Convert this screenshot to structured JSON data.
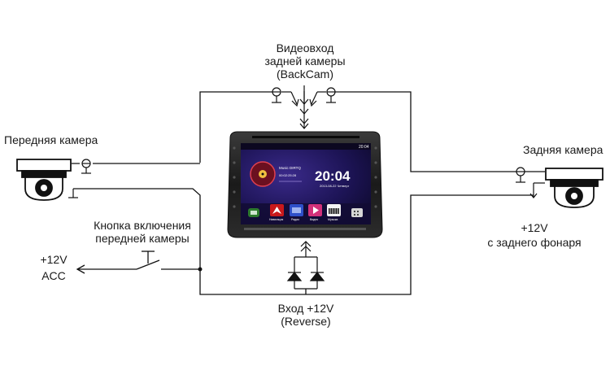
{
  "labels": {
    "backcam_line1": "Видеовход",
    "backcam_line2": "задней камеры",
    "backcam_line3": "(BackCam)",
    "front_camera": "Передняя камера",
    "rear_camera": "Задняя камера",
    "button_line1": "Кнопка включения",
    "button_line2": "передней камеры",
    "acc_line1": "+12V",
    "acc_line2": "ACC",
    "rear_power_line1": "+12V",
    "rear_power_line2": "с заднего фонаря",
    "reverse_line1": "Вход +12V",
    "reverse_line2": "(Reverse)"
  },
  "screen": {
    "clock": "20:04",
    "date": "2013-08-22 Четверг",
    "small_time": "20:04",
    "music_title": "Music DIRTQ",
    "music_time": "00:02:25:28",
    "apps": [
      "Навигация",
      "Радио",
      "Видео",
      "Музыка"
    ]
  },
  "colors": {
    "wire": "#111111",
    "screen_bg": "#24145e",
    "device_body": "#1c1c1c",
    "nav_app": "#c8191c",
    "radio_app": "#2e4fc9",
    "video_app": "#d2317a"
  }
}
